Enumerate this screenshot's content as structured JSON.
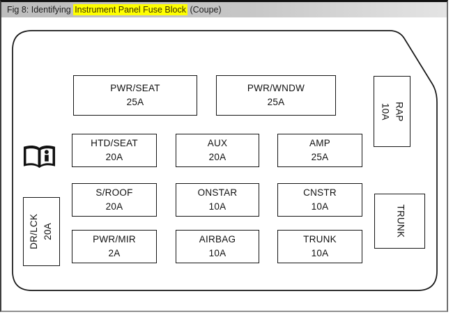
{
  "figure": {
    "caption": {
      "prefix": "Fig 8: Identifying ",
      "highlight": "Instrument Panel Fuse Block",
      "suffix": " (Coupe)"
    },
    "colors": {
      "highlight_bg": "#ffff00",
      "titlebar_gray": "#c6c6c6",
      "diagram_line": "#141414"
    }
  },
  "diagram": {
    "title": "Instrument Panel Fuse Block (Coupe)",
    "fuses": [
      {
        "label": "PWR/SEAT",
        "amps": "25A"
      },
      {
        "label": "PWR/WNDW",
        "amps": "25A"
      },
      {
        "label": "HTD/SEAT",
        "amps": "20A"
      },
      {
        "label": "AUX",
        "amps": "20A"
      },
      {
        "label": "AMP",
        "amps": "25A"
      },
      {
        "label": "S/ROOF",
        "amps": "20A"
      },
      {
        "label": "ONSTAR",
        "amps": "10A"
      },
      {
        "label": "CNSTR",
        "amps": "10A"
      },
      {
        "label": "PWR/MIR",
        "amps": "2A"
      },
      {
        "label": "AIRBAG",
        "amps": "10A"
      },
      {
        "label": "TRUNK",
        "amps": "10A"
      }
    ],
    "side_fuses": [
      {
        "label": "RAP",
        "amps": "10A",
        "position": "right-top"
      },
      {
        "label": "TRUNK",
        "amps": "",
        "position": "right-bottom"
      },
      {
        "label": "DR/LCK",
        "amps": "20A",
        "position": "left"
      }
    ],
    "icons": {
      "manual": "owners-manual-open-book-icon"
    }
  }
}
